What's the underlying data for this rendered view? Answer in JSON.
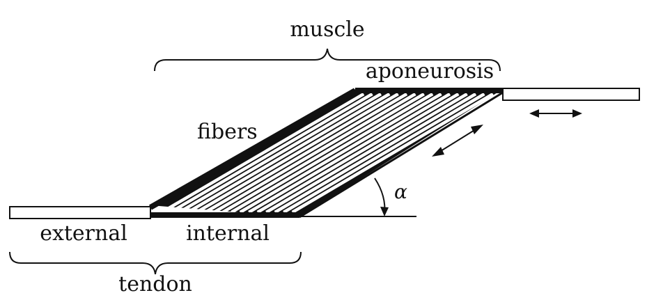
{
  "labels": {
    "muscle": "muscle",
    "aponeurosis": "aponeurosis",
    "fibers": "fibers",
    "alpha": "α",
    "external": "external",
    "internal": "internal",
    "tendon": "tendon"
  },
  "colors": {
    "ink": "#111111",
    "background": "#ffffff"
  },
  "icons": [
    "double-arrow-icon",
    "double-arrow-icon"
  ]
}
